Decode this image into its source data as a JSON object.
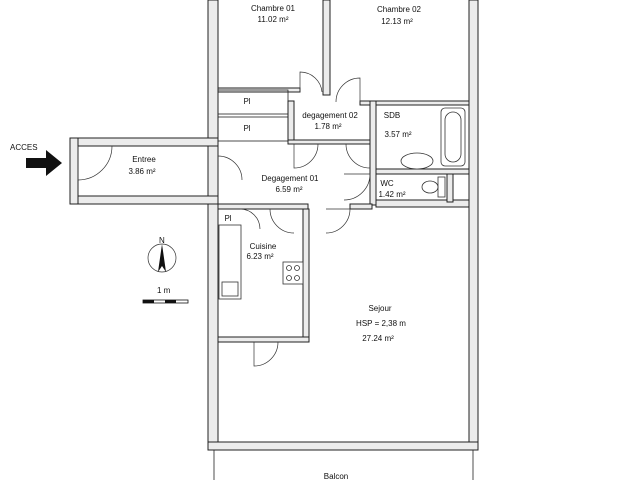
{
  "access_label": "ACCES",
  "scale_label": "1 m",
  "compass_letter": "N",
  "rooms": {
    "chambre01": {
      "name": "Chambre 01",
      "area": "11.02 m²"
    },
    "chambre02": {
      "name": "Chambre 02",
      "area": "12.13 m²"
    },
    "pl1": {
      "name": "Pl"
    },
    "pl2": {
      "name": "Pl"
    },
    "pl3": {
      "name": "Pl"
    },
    "degagement02": {
      "name": "degagement 02",
      "area": "1.78 m²"
    },
    "sdb": {
      "name": "SDB",
      "area": "3.57 m²"
    },
    "entree": {
      "name": "Entree",
      "area": "3.86 m²"
    },
    "degagement01": {
      "name": "Degagement 01",
      "area": "6.59 m²"
    },
    "wc": {
      "name": "WC",
      "area": "1.42 m²"
    },
    "cuisine": {
      "name": "Cuisine",
      "area": "6.23 m²"
    },
    "sejour": {
      "name": "Sejour",
      "hsp": "HSP = 2,38 m",
      "area": "27.24 m²"
    },
    "balcon": {
      "name": "Balcon"
    }
  }
}
